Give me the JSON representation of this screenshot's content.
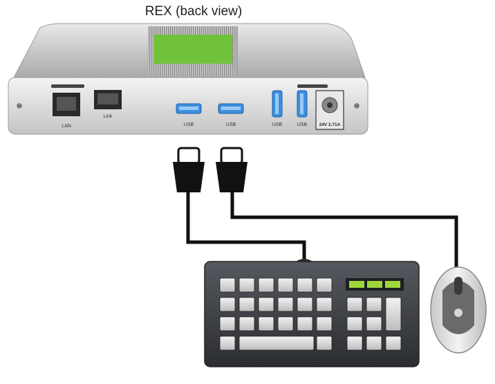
{
  "title": "REX (back view)",
  "ports": {
    "lan": "LAN",
    "link": "Link",
    "usb1": "USB",
    "usb2": "USB",
    "usb3": "USB",
    "usb4": "USB",
    "power": "24V 2.71A"
  },
  "colors": {
    "device_body": "#c9c9c9",
    "heatsink_display": "#6fc23a",
    "usb_port": "#3b8fe0",
    "cable": "#111111",
    "keyboard_body": "#3b3d42",
    "keyboard_led": "#9fd63a",
    "mouse_body": "#6a6a6a"
  },
  "icons": [
    "rj45-port-icon",
    "usb-port-icon",
    "power-jack-icon",
    "usb-plug-icon",
    "keyboard-icon",
    "mouse-icon",
    "screw-icon"
  ]
}
